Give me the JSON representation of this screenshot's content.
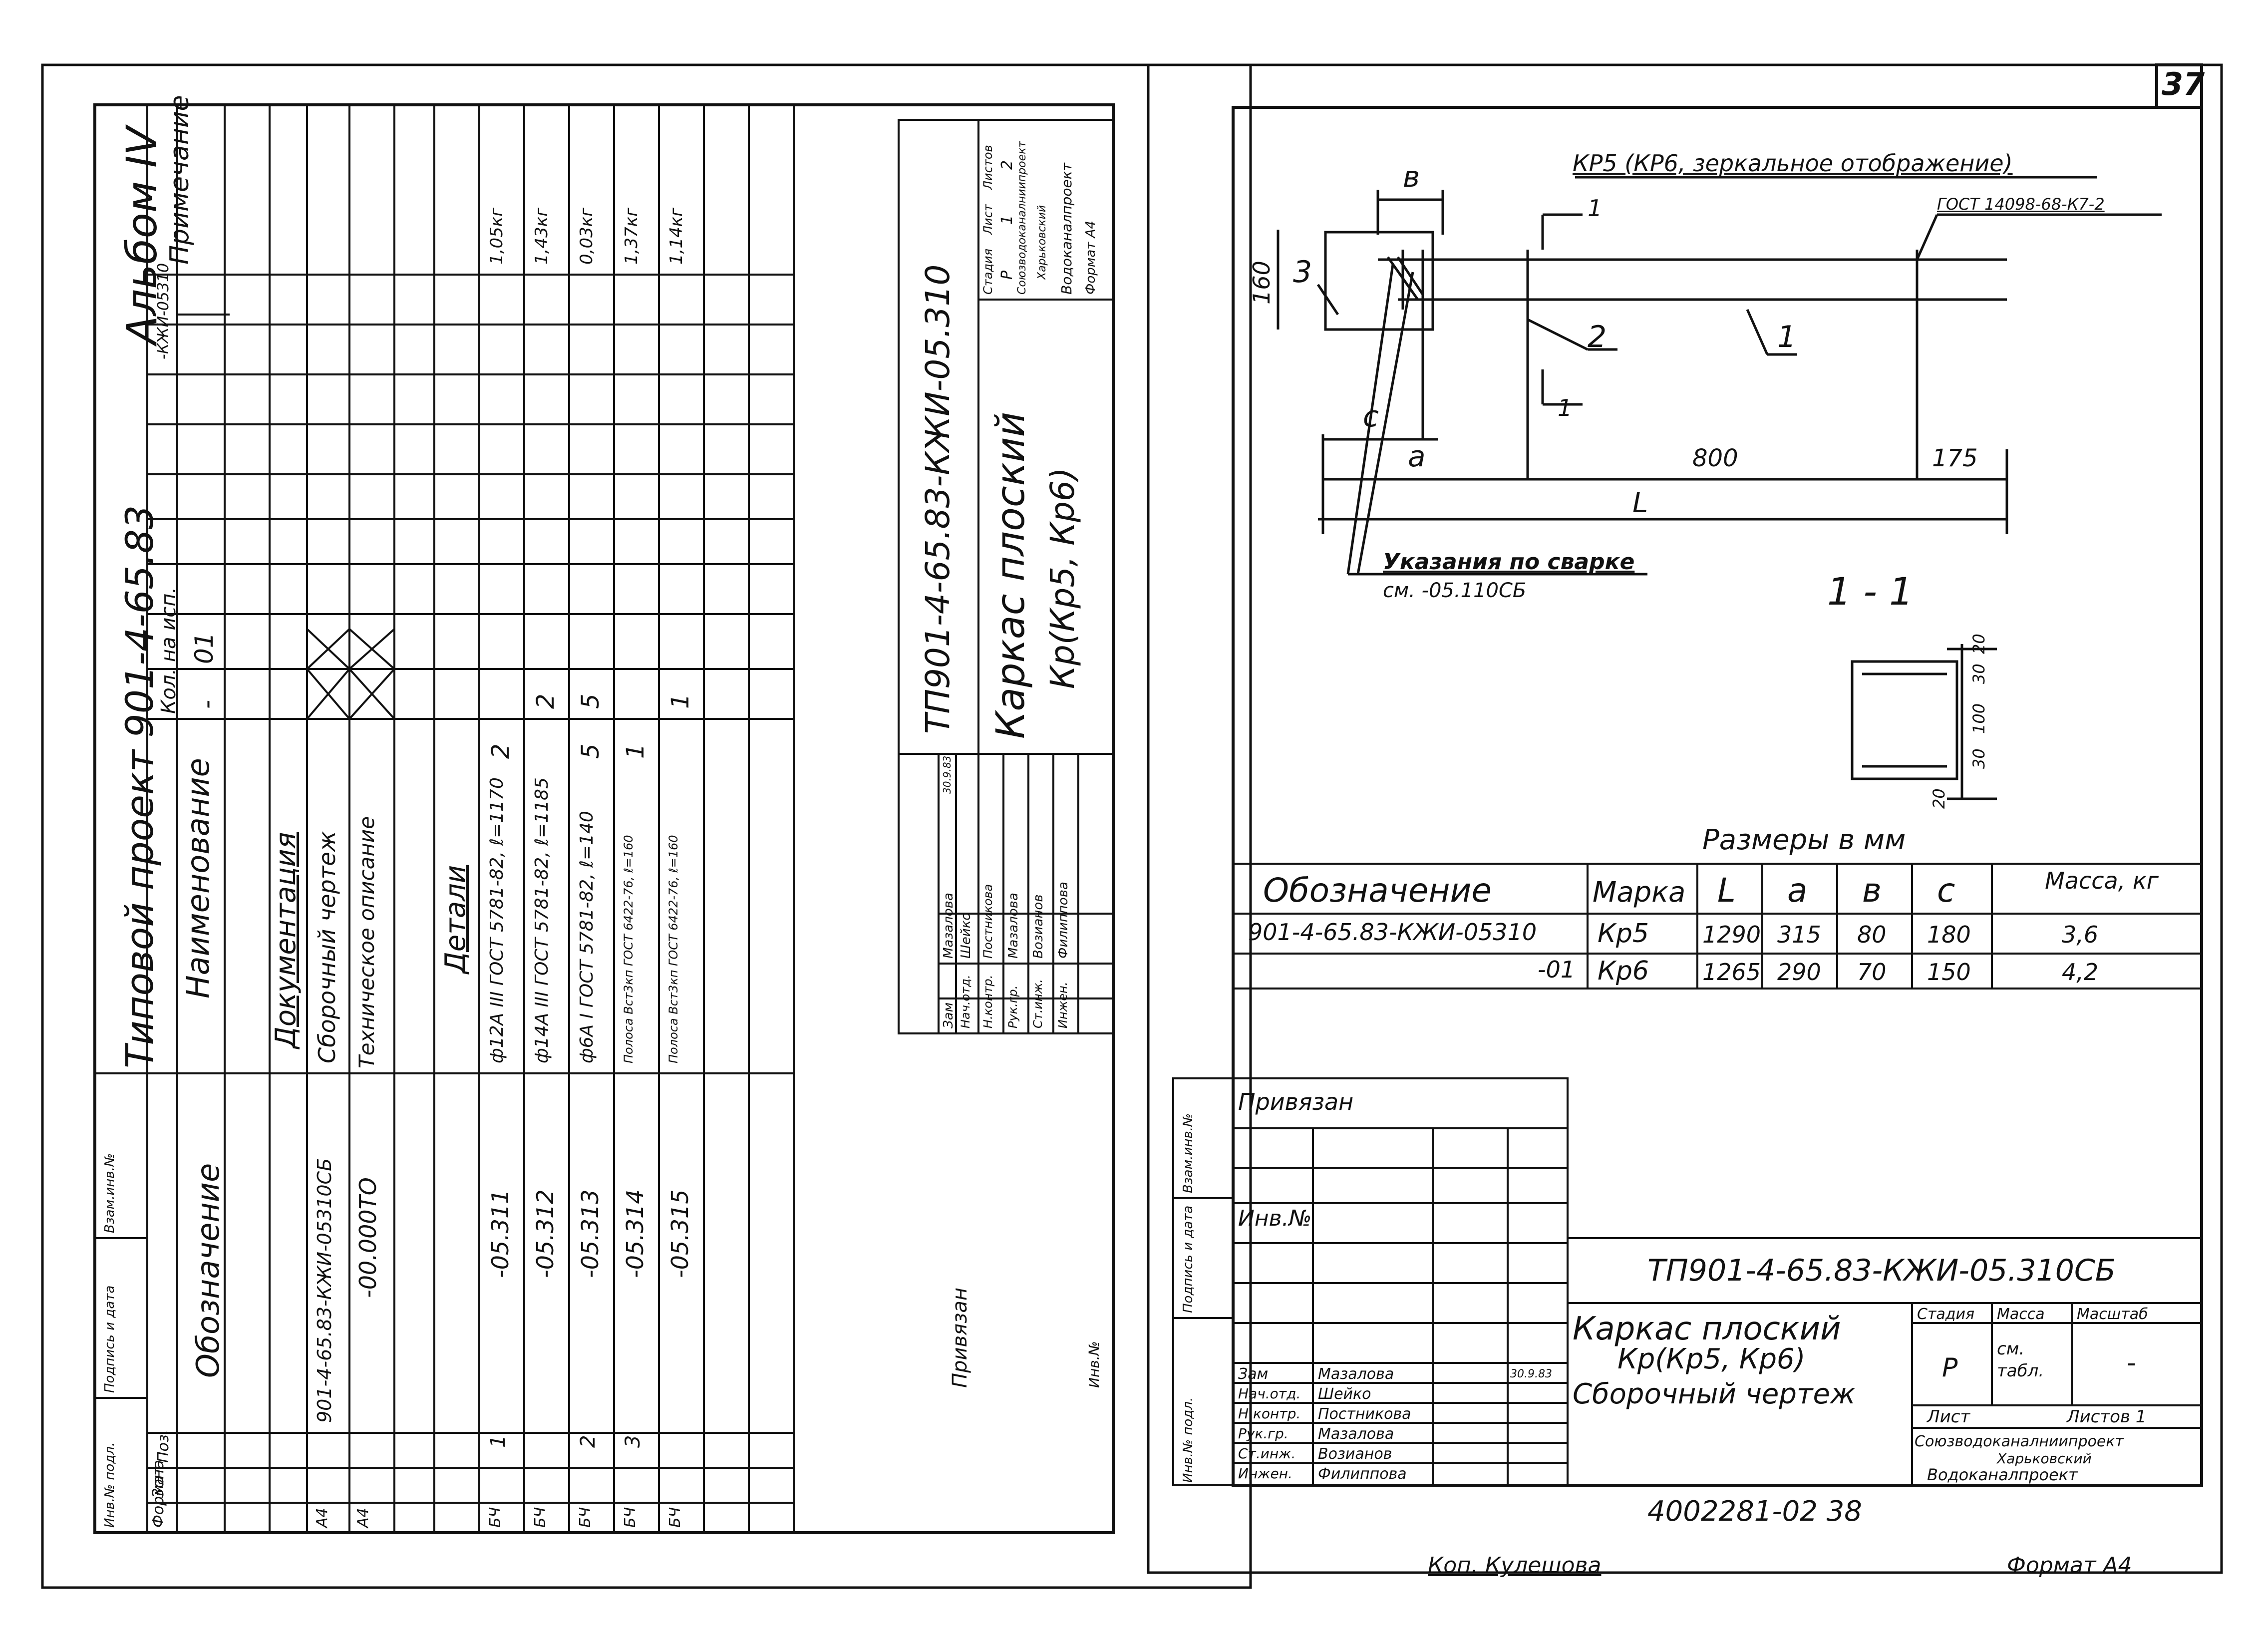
{
  "page_number": "37",
  "left": {
    "header": {
      "album_title": "Типовой проект 901-4-65.83",
      "album_number": "Альбом IV"
    },
    "spec_headers": {
      "format": "Формат",
      "zone": "Зона",
      "pos": "Поз.",
      "designation": "Обозначение",
      "name": "Наименование",
      "qty_label": "Кол. на исп.",
      "qty_col_base": "-",
      "qty_col_01": "01",
      "qty_col_ref": "-КЖИ-05310",
      "note": "Примечание"
    },
    "spec_rows": [
      {
        "format": "",
        "pos": "",
        "designation": "",
        "name": "Документация",
        "qty_base": "",
        "qty_01": "",
        "note": ""
      },
      {
        "format": "А4",
        "pos": "",
        "designation": "901-4-65.83-КЖИ-05310СБ",
        "name": "Сборочный чертеж",
        "qty_base": "",
        "qty_01": "",
        "note": ""
      },
      {
        "format": "А4",
        "pos": "",
        "designation": "-00.000ТО",
        "name": "Техническое описание",
        "qty_base": "",
        "qty_01": "",
        "note": ""
      },
      {
        "format": "",
        "pos": "",
        "designation": "",
        "name": "Детали",
        "qty_base": "",
        "qty_01": "",
        "note": ""
      },
      {
        "format": "БЧ",
        "pos": "1",
        "designation": "-05.311",
        "name": "ф12А III ГОСТ 5781-82, ℓ=1170",
        "qty_base": "2",
        "qty_01": "",
        "note": "1,05кг"
      },
      {
        "format": "БЧ",
        "pos": "",
        "designation": "-05.312",
        "name": "ф14А III ГОСТ 5781-82, ℓ=1185",
        "qty_base": "",
        "qty_01": "2",
        "note": "1,43кг"
      },
      {
        "format": "БЧ",
        "pos": "2",
        "designation": "-05.313",
        "name": "ф6А I ГОСТ 5781-82, ℓ=140",
        "qty_base": "5",
        "qty_01": "5",
        "note": "0,03кг"
      },
      {
        "format": "БЧ",
        "pos": "3",
        "designation": "-05.314",
        "name": "Полоса Вст3кп ГОСТ 6422-76, ℓ=160",
        "qty_base": "1",
        "qty_01": "",
        "note": "1,37кг"
      },
      {
        "format": "БЧ",
        "pos": "",
        "designation": "-05.315",
        "name": "Полоса Вст3кп ГОСТ 6422-76, ℓ=160",
        "qty_base": "",
        "qty_01": "1",
        "note": "1,14кг"
      }
    ],
    "stamp": {
      "code": "ТП901-4-65.83-КЖИ-05.310",
      "title_1": "Каркас плоский",
      "title_2": "Кр(Кр5, Кр6)",
      "col_stage": "Стадия",
      "col_sheet": "Лист",
      "col_sheets": "Листов",
      "stage": "Р",
      "sheet": "1",
      "sheets": "2",
      "org_1": "Союзводоканалниипроект",
      "org_2": "Харьковский",
      "org_3": "Водоканалпроект",
      "format": "Формат А4",
      "signatures": [
        {
          "role": "Зам",
          "name": "Мазалова",
          "date": "30.9.83"
        },
        {
          "role": "Нач.отд.",
          "name": "Шейко",
          "date": ""
        },
        {
          "role": "Н.контр.",
          "name": "Постникова",
          "date": ""
        },
        {
          "role": "Рук.гр.",
          "name": "Мазалова",
          "date": ""
        },
        {
          "role": "Ст.инж.",
          "name": "Возианов",
          "date": ""
        },
        {
          "role": "Инжен.",
          "name": "Филиппова",
          "date": ""
        }
      ]
    },
    "side_labels": [
      "Инв.№ подл.",
      "Подпись и дата",
      "Взам.инв.№"
    ],
    "privyazan": "Привязан",
    "inv_no": "Инв.№"
  },
  "right": {
    "drawing": {
      "view_title": "КР5 (КР6, зеркальное отображение)",
      "gost_callout": "ГОСТ 14098-68-К7-2",
      "pos_1": "1",
      "pos_2": "2",
      "pos_3": "3",
      "dim_b": "в",
      "dim_c": "с",
      "dim_a": "а",
      "dim_160": "160",
      "dim_800": "800",
      "dim_175": "175",
      "dim_L": "L",
      "section_mark": "1",
      "welding_1": "Указания по сварке",
      "welding_2": "см. -05.110СБ",
      "section_title": "1 - 1",
      "sec_20a": "20",
      "sec_30a": "30",
      "sec_100": "100",
      "sec_30b": "30",
      "sec_20b": "20",
      "units": "Размеры в мм"
    },
    "table": {
      "headers": [
        "Обозначение",
        "Марка",
        "L",
        "а",
        "в",
        "с",
        "Масса, кг"
      ],
      "rows": [
        [
          "901-4-65.83-КЖИ-05310",
          "Кр5",
          "1290",
          "315",
          "80",
          "180",
          "3,6"
        ],
        [
          "-01",
          "Кр6",
          "1265",
          "290",
          "70",
          "150",
          "4,2"
        ]
      ]
    },
    "stamp": {
      "privyazan": "Привязан",
      "inv_no": "Инв.№",
      "code": "ТП901-4-65.83-КЖИ-05.310СБ",
      "title_1": "Каркас плоский",
      "title_2": "Кр(Кр5, Кр6)",
      "title_3": "Сборочный чертеж",
      "col_stage": "Стадия",
      "col_mass": "Масса",
      "col_scale": "Масштаб",
      "stage": "Р",
      "mass": "см. табл.",
      "scale": "-",
      "sheet_label": "Лист",
      "sheets_label": "Листов 1",
      "org_1": "Союзводоканалниипроект",
      "org_2": "Харьковский",
      "org_3": "Водоканалпроект",
      "signatures": [
        {
          "role": "Зам",
          "name": "Мазалова",
          "date": "30.9.83"
        },
        {
          "role": "Нач.отд.",
          "name": "Шейко",
          "date": ""
        },
        {
          "role": "Н.контр.",
          "name": "Постникова",
          "date": ""
        },
        {
          "role": "Рук.гр.",
          "name": "Мазалова",
          "date": ""
        },
        {
          "role": "Ст.инж.",
          "name": "Возианов",
          "date": ""
        },
        {
          "role": "Инжен.",
          "name": "Филиппова",
          "date": ""
        }
      ],
      "side_labels": [
        "Инв.№ подл.",
        "Подпись и дата",
        "Взам.инв.№"
      ]
    },
    "archive_no": "4002281-02 38",
    "copied_by": "Коп. Кулешова",
    "format": "Формат А4"
  }
}
